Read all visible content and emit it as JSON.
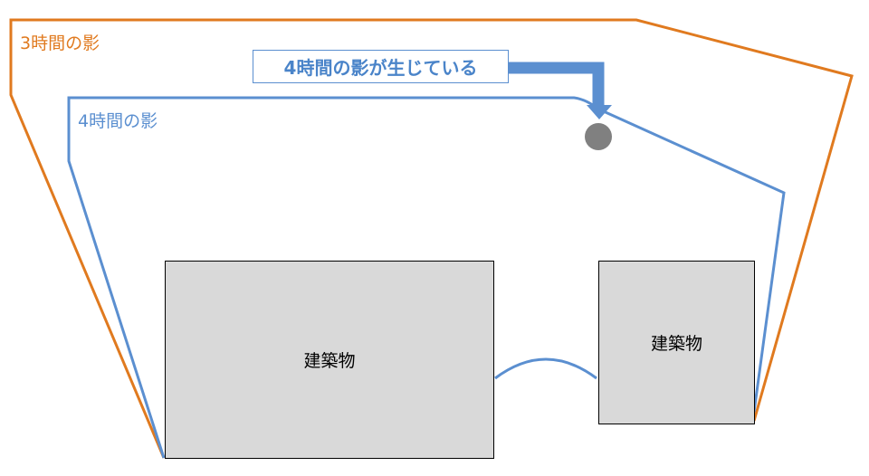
{
  "labels": {
    "shadow_3h": "3時間の影",
    "shadow_4h": "4時間の影",
    "callout": "4時間の影が生じている"
  },
  "buildings": [
    {
      "label": "建築物"
    },
    {
      "label": "建築物"
    }
  ],
  "colors": {
    "shadow_3h": "#e07a1f",
    "shadow_4h": "#5b8fd0",
    "building_fill": "#d9d9d9",
    "point": "#808080"
  }
}
